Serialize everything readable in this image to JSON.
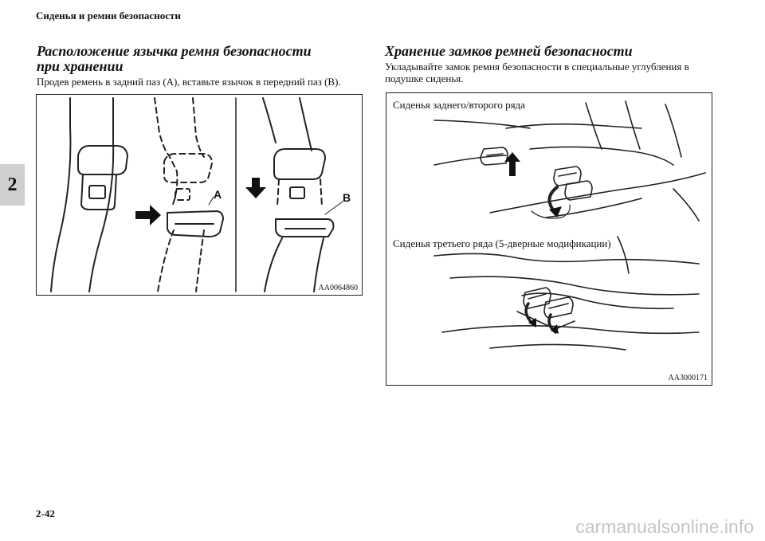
{
  "header": {
    "running_title": "Сиденья и ремни безопасности"
  },
  "chapter_tab": {
    "number": "2"
  },
  "left_section": {
    "title_line1": "Расположение язычка ремня безопасности",
    "title_line2": "при хранении",
    "body": "Продев ремень в задний паз (A), вставьте язычок в передний паз (B).",
    "figure": {
      "label_a": "A",
      "label_b": "B",
      "code": "AA0064860"
    }
  },
  "right_section": {
    "title": "Хранение замков ремней безопасности",
    "body": "Укладывайте замок ремня безопасности в специальные углубления в подушке сиденья.",
    "figure": {
      "caption_upper": "Сиденья заднего/второго ряда",
      "caption_lower": "Сиденья третьего ряда (5-дверные модификации)",
      "code": "AA3000171"
    }
  },
  "footer": {
    "page_number": "2-42"
  },
  "watermark": {
    "text": "carmanualsonline.info"
  }
}
